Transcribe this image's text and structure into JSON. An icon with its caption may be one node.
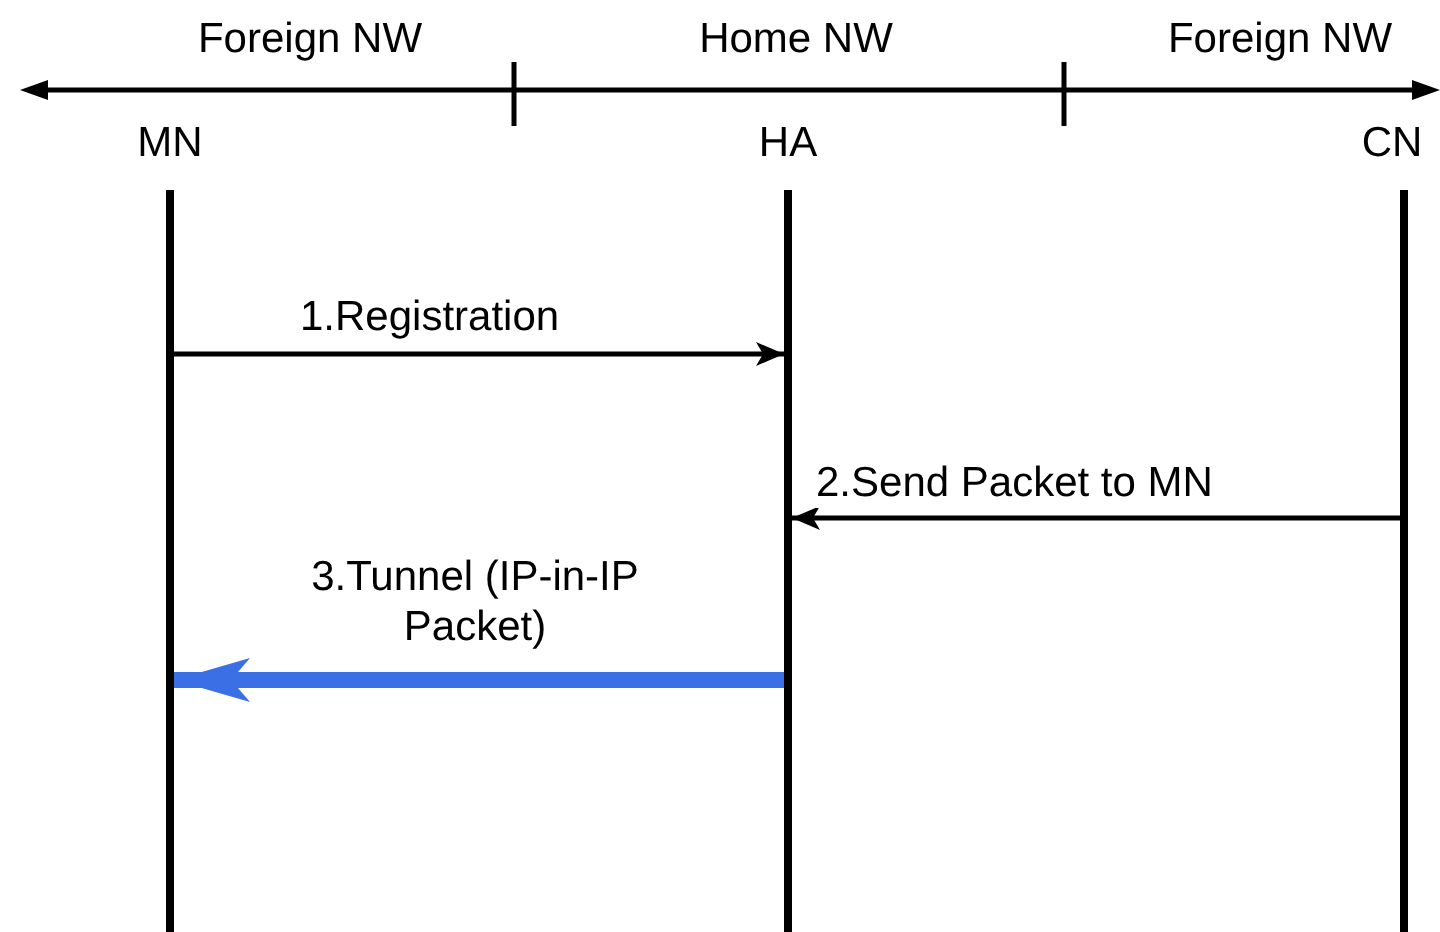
{
  "diagram": {
    "nodes": [
      {
        "text": [],
        "shape": "bar",
        "beside": [
          "MN"
        ]
      },
      {
        "text": [],
        "shape": "bar",
        "beside": [
          "HA"
        ]
      },
      {
        "text": [],
        "shape": "bar",
        "beside": [
          "CN"
        ]
      }
    ],
    "edges": [
      {
        "from": 0,
        "to": 1,
        "arrow": "to",
        "label": "1.Registration"
      },
      {
        "from": 2,
        "to": 1,
        "arrow": "to",
        "label": "2.Send Packet to MN"
      },
      {
        "from": 1,
        "to": 0,
        "arrow": "to",
        "label": "3.Tunnel (IP-in-IP Packet)",
        "style": "thick",
        "color": "#3b6fe6"
      }
    ],
    "labels": [
      "Foreign NW",
      "Home NW",
      "Foreign NW"
    ]
  }
}
